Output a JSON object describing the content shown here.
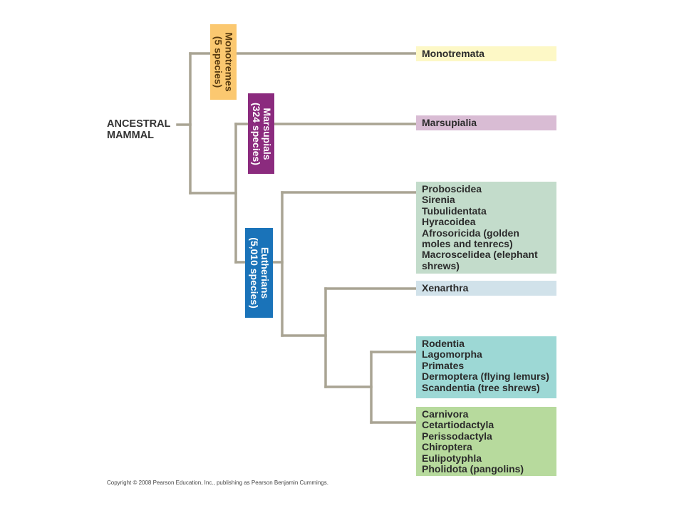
{
  "colors": {
    "line": "#a9a493",
    "monotremes_label_bg": "#fbc870",
    "monotremes_label_text": "#5a3c10",
    "marsupials_label_bg": "#8b2b7e",
    "eutherians_label_bg": "#1a73b9",
    "vertical_label_text_light": "#ffffff",
    "monotremata_box": "#fdf8c6",
    "marsupialia_box": "#d9bcd4",
    "afrotheria_box": "#c3dccb",
    "xenarthra_box": "#d1e2ea",
    "euarchontoglires_box": "#9dd8d5",
    "laurasiatheria_box": "#b7da9d"
  },
  "root": {
    "line1": "ANCESTRAL",
    "line2": "MAMMAL"
  },
  "clade_labels": {
    "monotremes": {
      "line1": "Monotremes",
      "line2": "(5 species)"
    },
    "marsupials": {
      "line1": "Marsupials",
      "line2": "(324 species)"
    },
    "eutherians": {
      "line1": "Eutherians",
      "line2": "(5,010 species)"
    }
  },
  "taxa": {
    "monotremata": [
      "Monotremata"
    ],
    "marsupialia": [
      "Marsupialia"
    ],
    "afrotheria": [
      "Proboscidea",
      "Sirenia",
      "Tubulidentata",
      "Hyracoidea",
      "Afrosoricida (golden",
      "moles and tenrecs)",
      "Macroscelidea (elephant",
      "shrews)"
    ],
    "xenarthra": [
      "Xenarthra"
    ],
    "euarchontoglires": [
      "Rodentia",
      "Lagomorpha",
      "Primates",
      "Dermoptera (flying lemurs)",
      "Scandentia (tree shrews)"
    ],
    "laurasiatheria": [
      "Carnivora",
      "Cetartiodactyla",
      "Perissodactyla",
      "Chiroptera",
      "Eulipotyphla",
      "Pholidota (pangolins)"
    ]
  },
  "copyright": "Copyright © 2008 Pearson Education, Inc., publishing as Pearson Benjamin Cummings."
}
